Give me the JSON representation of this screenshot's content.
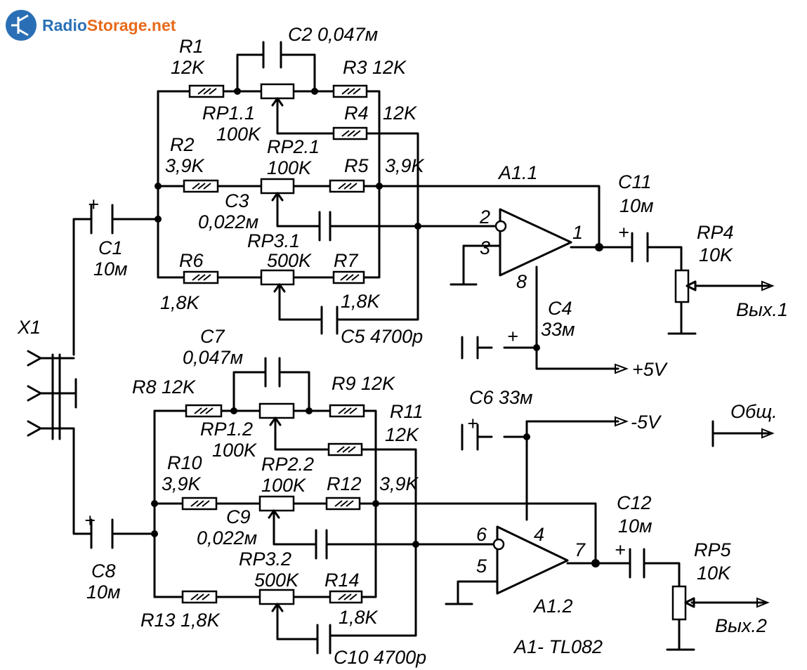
{
  "logo": {
    "text_a": "Radio",
    "text_b": "Storage.net",
    "color_a": "#2a6fb5",
    "color_b": "#e86a1a"
  },
  "labels": {
    "r1": "R1",
    "r1v": "12K",
    "c2": "C2 0,047м",
    "r3": "R3 12K",
    "rp11": "RP1.1",
    "rp11v": "100K",
    "r4": "R4",
    "r4v": "12K",
    "r2": "R2",
    "r2v": "3,9K",
    "rp21": "RP2.1",
    "rp21v": "100K",
    "r5": "R5",
    "r5v": "3,9K",
    "a11": "A1.1",
    "c11": "C11",
    "c11v": "10м",
    "c3": "C3",
    "c3v": "0,022м",
    "pin2": "2",
    "pin3": "3",
    "pin1": "1",
    "pin8": "8",
    "rp4": "RP4",
    "rp4v": "10K",
    "c1": "C1",
    "c1v": "10м",
    "rp31": "RP3.1",
    "rp31v": "500K",
    "r6": "R6",
    "r7": "R7",
    "r6v": "1,8K",
    "r7v": "1,8K",
    "out1": "Вых.1",
    "c5": "C5 4700p",
    "c4": "C4",
    "c4v": "33м",
    "x1": "X1",
    "p5v": "+5V",
    "c7": "C7",
    "c7v": "0,047м",
    "r8": "R8 12K",
    "r9": "R9 12K",
    "c6": "C6 33м",
    "r11": "R11",
    "r11v": "12K",
    "m5v": "-5V",
    "gnd": "Общ.",
    "rp12": "RP1.2",
    "rp12v": "100K",
    "r10": "R10",
    "r10v": "3,9K",
    "rp22": "RP2.2",
    "rp22v": "100K",
    "r12": "R12",
    "r12v": "3,9K",
    "c12": "C12",
    "c12v": "10м",
    "c9": "C9",
    "c9v": "0,022м",
    "pin6": "6",
    "pin4": "4",
    "pin5": "5",
    "pin7": "7",
    "rp32": "RP3.2",
    "rp32v": "500K",
    "r14": "R14",
    "rp5": "RP5",
    "rp5v": "10K",
    "c8": "C8",
    "c8v": "10м",
    "r13": "R13 1,8K",
    "r14v": "1,8K",
    "a12": "A1.2",
    "out2": "Вых.2",
    "c10": "C10 4700p",
    "a1": "A1- TL082",
    "plus": "+"
  }
}
